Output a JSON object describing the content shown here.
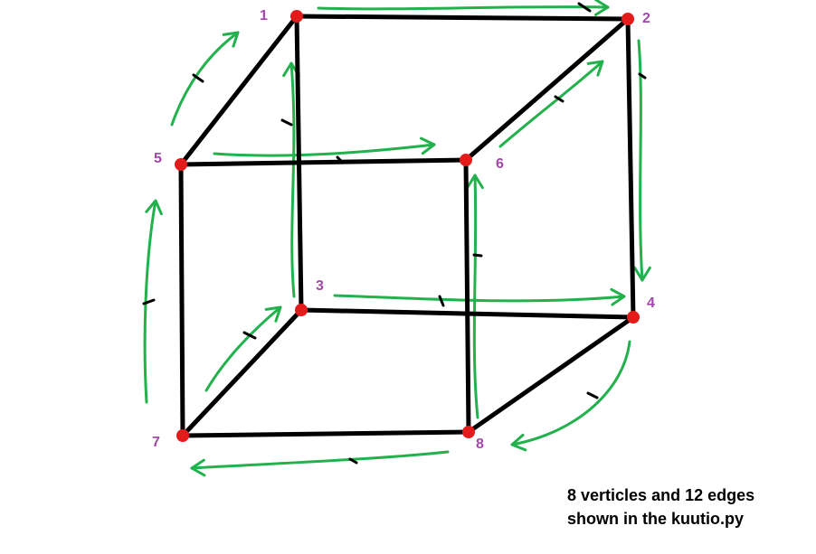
{
  "diagram": {
    "colors": {
      "edge": "#000000",
      "vertex": "#e41b1b",
      "label": "#a148a8",
      "arrow": "#22b14c",
      "caption": "#000000",
      "background": "#ffffff"
    },
    "vertices": [
      {
        "id": "1",
        "label": "1"
      },
      {
        "id": "2",
        "label": "2"
      },
      {
        "id": "3",
        "label": "3"
      },
      {
        "id": "4",
        "label": "4"
      },
      {
        "id": "5",
        "label": "5"
      },
      {
        "id": "6",
        "label": "6"
      },
      {
        "id": "7",
        "label": "7"
      },
      {
        "id": "8",
        "label": "8"
      }
    ],
    "edges": [
      {
        "from": "1",
        "to": "2"
      },
      {
        "from": "2",
        "to": "4"
      },
      {
        "from": "4",
        "to": "8"
      },
      {
        "from": "8",
        "to": "7"
      },
      {
        "from": "7",
        "to": "5"
      },
      {
        "from": "5",
        "to": "1"
      },
      {
        "from": "1",
        "to": "3"
      },
      {
        "from": "5",
        "to": "6"
      },
      {
        "from": "2",
        "to": "6"
      },
      {
        "from": "6",
        "to": "8"
      },
      {
        "from": "3",
        "to": "4"
      },
      {
        "from": "7",
        "to": "3"
      }
    ],
    "caption": {
      "line1": "8 verticles and 12 edges",
      "line2": "shown in the kuutio.py"
    }
  }
}
